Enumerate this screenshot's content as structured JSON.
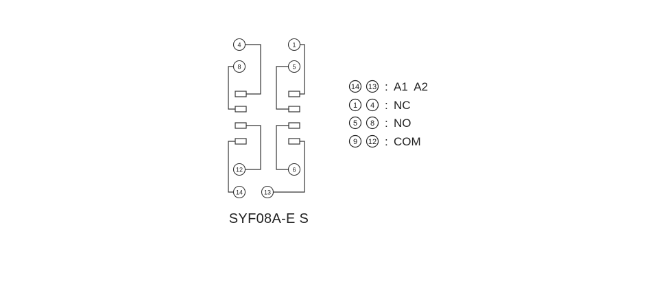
{
  "pins": {
    "p4": "4",
    "p1": "1",
    "p8": "8",
    "p5": "5",
    "p12": "12",
    "p6": "6",
    "p14": "14",
    "p13": "13"
  },
  "legend": [
    {
      "nums": [
        "14",
        "13"
      ],
      "separator": ":",
      "label": "A1  A2"
    },
    {
      "nums": [
        "1",
        "4"
      ],
      "separator": ":",
      "label": "NC"
    },
    {
      "nums": [
        "5",
        "8"
      ],
      "separator": ":",
      "label": "NO"
    },
    {
      "nums": [
        "9",
        "12"
      ],
      "separator": ":",
      "label": "COM"
    }
  ],
  "model": "SYF08A-E S",
  "colors": {
    "line": "#333333",
    "text": "#222222"
  }
}
